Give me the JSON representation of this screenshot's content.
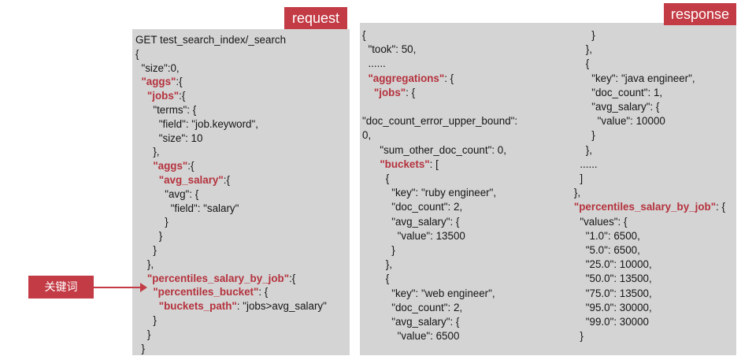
{
  "labels": {
    "request": "request",
    "response": "response",
    "keyword": "关键词"
  },
  "colors": {
    "accent": "#c33b45",
    "panel": "#d4d4d4",
    "text": "#151515"
  },
  "request_lines": [
    [
      "GET test_search_index/_search"
    ],
    [
      "{"
    ],
    [
      "  \"size\":0,"
    ],
    [
      "  ",
      {
        "k": "\"aggs\""
      },
      ":{"
    ],
    [
      "    ",
      {
        "k": "\"jobs\""
      },
      ":{"
    ],
    [
      "      \"terms\": {"
    ],
    [
      "        \"field\": \"job.keyword\","
    ],
    [
      "        \"size\": 10"
    ],
    [
      "      },"
    ],
    [
      "      ",
      {
        "k": "\"aggs\""
      },
      ":{"
    ],
    [
      "        ",
      {
        "k": "\"avg_salary\""
      },
      ":{"
    ],
    [
      "          \"avg\": {"
    ],
    [
      "            \"field\": \"salary\""
    ],
    [
      "          }"
    ],
    [
      "        }"
    ],
    [
      "      }"
    ],
    [
      "    },"
    ],
    [
      "    ",
      {
        "k": "\"percentiles_salary_by_job\""
      },
      ":{"
    ],
    [
      "      ",
      {
        "k": "\"percentiles_bucket\""
      },
      ": {"
    ],
    [
      "        ",
      {
        "k": "\"buckets_path\""
      },
      ": \"jobs>avg_salary\""
    ],
    [
      "      }"
    ],
    [
      "    }"
    ],
    [
      "  }"
    ]
  ],
  "response_left_lines": [
    [
      "{"
    ],
    [
      "  \"took\": 50,"
    ],
    [
      "  ......"
    ],
    [
      "  ",
      {
        "k": "\"aggregations\""
      },
      ": {"
    ],
    [
      "    ",
      {
        "k": "\"jobs\""
      },
      ": {"
    ],
    [
      ""
    ],
    [
      "\"doc_count_error_upper_bound\":"
    ],
    [
      "0,"
    ],
    [
      "      \"sum_other_doc_count\": 0,"
    ],
    [
      "      ",
      {
        "k": "\"buckets\""
      },
      ": ["
    ],
    [
      "        {"
    ],
    [
      "          \"key\": \"ruby engineer\","
    ],
    [
      "          \"doc_count\": 2,"
    ],
    [
      "          \"avg_salary\": {"
    ],
    [
      "            \"value\": 13500"
    ],
    [
      "          }"
    ],
    [
      "        },"
    ],
    [
      "        {"
    ],
    [
      "          \"key\": \"web engineer\","
    ],
    [
      "          \"doc_count\": 2,"
    ],
    [
      "          \"avg_salary\": {"
    ],
    [
      "            \"value\": 6500"
    ]
  ],
  "response_right_lines": [
    [
      "          }"
    ],
    [
      "        },"
    ],
    [
      "        {"
    ],
    [
      "          \"key\": \"java engineer\","
    ],
    [
      "          \"doc_count\": 1,"
    ],
    [
      "          \"avg_salary\": {"
    ],
    [
      "            \"value\": 10000"
    ],
    [
      "          }"
    ],
    [
      "        },"
    ],
    [
      "      ......"
    ],
    [
      "      ]"
    ],
    [
      "    },"
    ],
    [
      "    ",
      {
        "k": "\"percentiles_salary_by_job\""
      },
      ": {"
    ],
    [
      "      \"values\": {"
    ],
    [
      "        \"1.0\": 6500,"
    ],
    [
      "        \"5.0\": 6500,"
    ],
    [
      "        \"25.0\": 10000,"
    ],
    [
      "        \"50.0\": 13500,"
    ],
    [
      "        \"75.0\": 13500,"
    ],
    [
      "        \"95.0\": 30000,"
    ],
    [
      "        \"99.0\": 30000"
    ],
    [
      "      }"
    ]
  ]
}
